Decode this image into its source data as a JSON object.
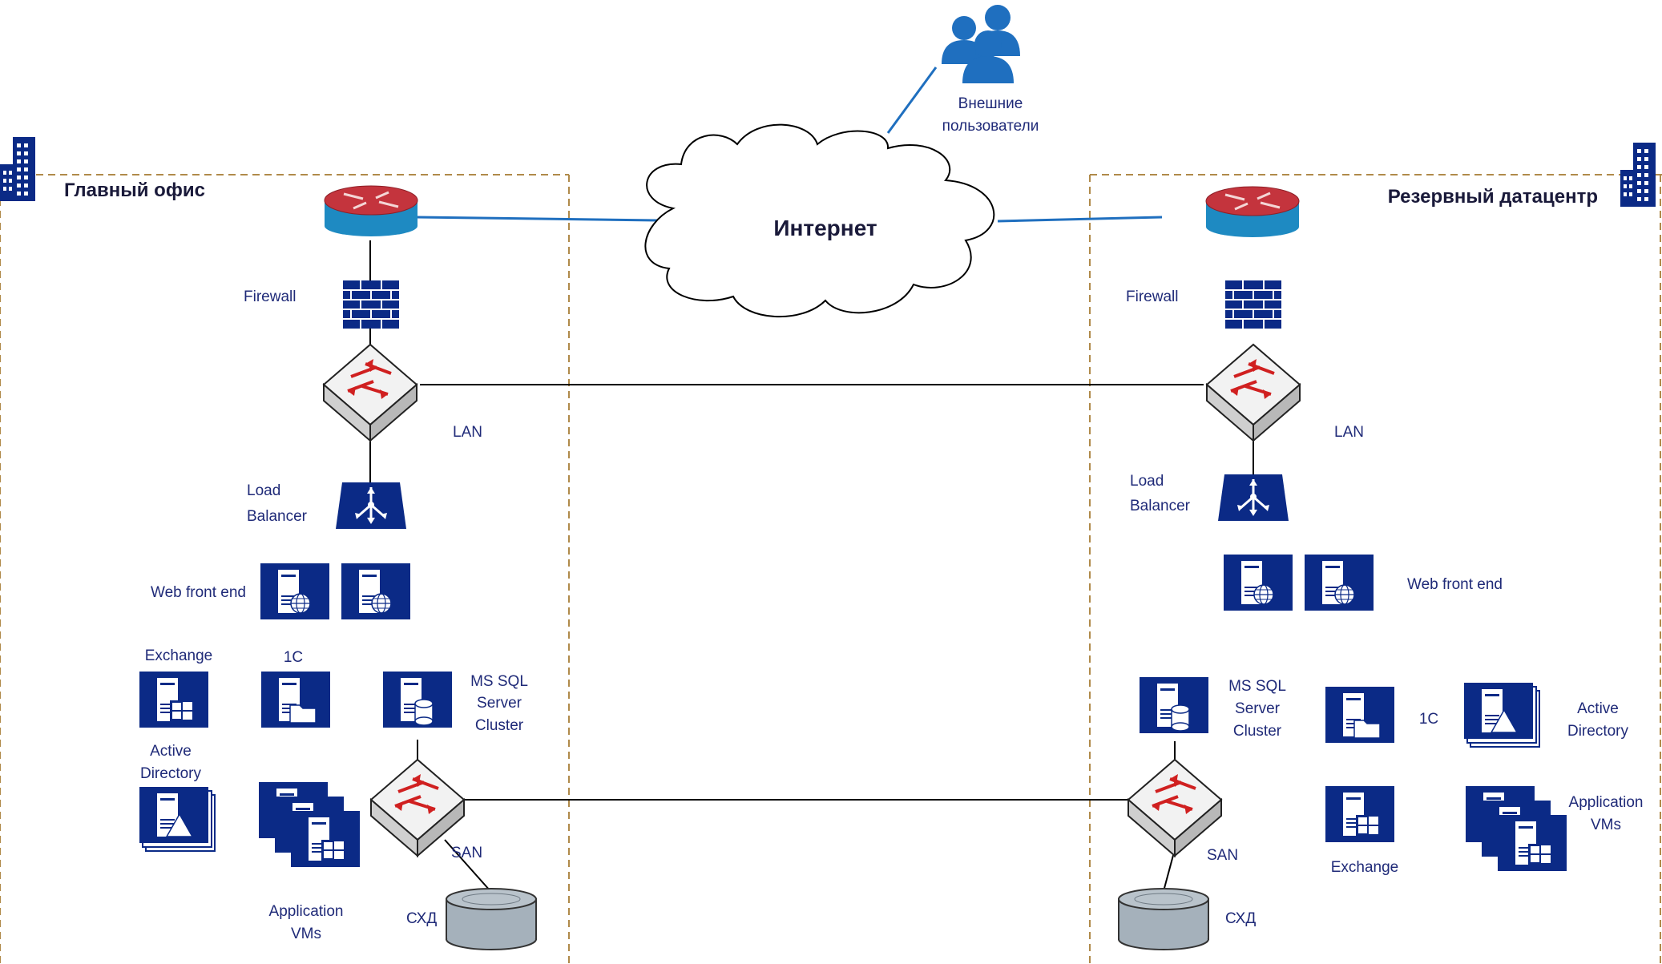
{
  "colors": {
    "icon_blue": "#0b2a86",
    "text_blue": "#1f2a78",
    "boundary": "#b08a4a",
    "internet_link": "#1f6fbf",
    "router_red": "#c4343d",
    "router_blue": "#1e8ac2",
    "storage_gray": "#a5b1bb"
  },
  "internet": {
    "label": "Интернет"
  },
  "external_users": {
    "line1": "Внешние",
    "line2": "пользователи",
    "icon": "users-icon"
  },
  "main_office": {
    "title": "Главный офис",
    "firewall": "Firewall",
    "lan": "LAN",
    "load_balancer": {
      "line1": "Load",
      "line2": "Balancer"
    },
    "web_front_end": "Web front end",
    "exchange": "Exchange",
    "one_c": "1C",
    "ms_sql": {
      "line1": "MS SQL",
      "line2": "Server",
      "line3": "Cluster"
    },
    "active_directory": {
      "line1": "Active",
      "line2": "Directory"
    },
    "application_vms": {
      "line1": "Application",
      "line2": "VMs"
    },
    "san": "SAN",
    "storage": "СХД"
  },
  "backup_dc": {
    "title": "Резервный датацентр",
    "firewall": "Firewall",
    "lan": "LAN",
    "load_balancer": {
      "line1": "Load",
      "line2": "Balancer"
    },
    "web_front_end": "Web front end",
    "exchange": "Exchange",
    "one_c": "1C",
    "ms_sql": {
      "line1": "MS SQL",
      "line2": "Server",
      "line3": "Cluster"
    },
    "active_directory": {
      "line1": "Active",
      "line2": "Directory"
    },
    "application_vms": {
      "line1": "Application",
      "line2": "VMs"
    },
    "san": "SAN",
    "storage": "СХД"
  }
}
